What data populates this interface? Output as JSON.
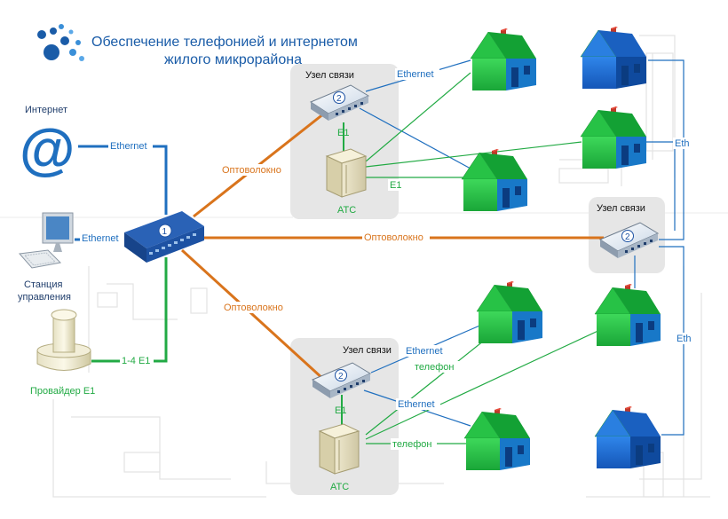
{
  "title": {
    "line1": "Обеспечение телефонией и интернетом",
    "line2": "жилого микрорайона"
  },
  "colors": {
    "blue_link": "#1f6fbf",
    "green_link": "#22aa44",
    "fiber": "#d9741c",
    "house_green": "#2ecc40",
    "house_blue": "#1c6fd6",
    "title": "#1a5ca8"
  },
  "labels": {
    "internet": "Интернет",
    "ethernet": "Ethernet",
    "control_station_1": "Станция",
    "control_station_2": "управления",
    "provider": "Провайдер Е1",
    "e1_trunk": "1-4 E1",
    "fiber": "Оптоволокно",
    "node": "Узел связи",
    "ats": "АТС",
    "e1": "E1",
    "phone": "телефон",
    "eth": "Eth"
  },
  "badges": {
    "core_switch": "1",
    "node_switch": "2"
  },
  "icons": [
    "logo-dots",
    "at-sign-icon",
    "computer-icon",
    "switch-icon",
    "pbx-cabinet-icon",
    "house-icon",
    "provider-tower-icon"
  ]
}
